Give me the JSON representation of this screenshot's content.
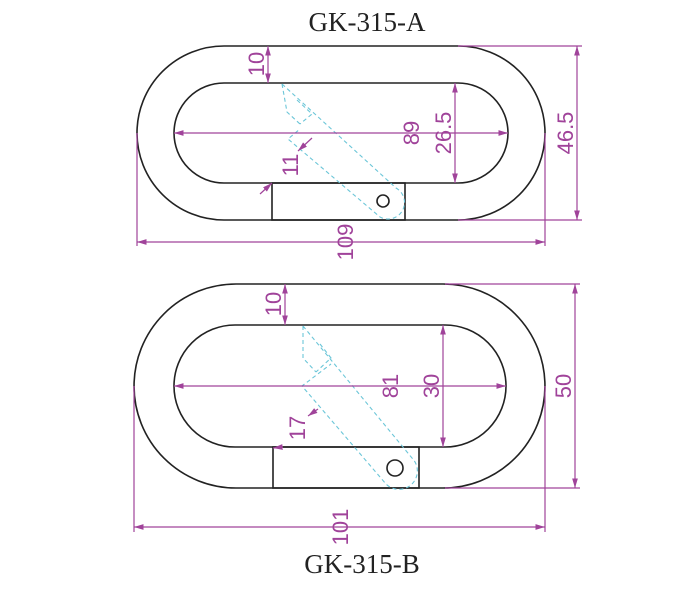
{
  "top": {
    "title": "GK-315-A",
    "dims": {
      "wall": "10",
      "inner_length": "89",
      "inner_width": "26.5",
      "outer_width": "46.5",
      "outer_length": "109",
      "gate_width": "11"
    }
  },
  "bottom": {
    "title": "GK-315-B",
    "dims": {
      "wall": "10",
      "inner_length": "81",
      "inner_width": "30",
      "outer_width": "50",
      "outer_length": "101",
      "gate_width": "17"
    }
  },
  "colors": {
    "outline": "#222222",
    "dimension": "#a0439a",
    "hidden_line": "#6cc6d8"
  }
}
